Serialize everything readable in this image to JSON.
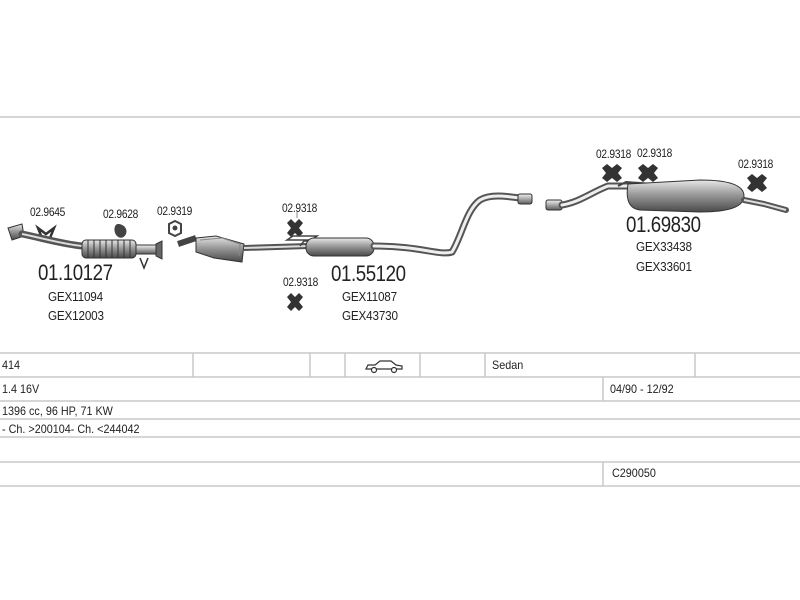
{
  "parts": {
    "clamp_a": "02.9645",
    "gasket_b": "02.9628",
    "gasket_c": "02.9319",
    "hanger_d": "02.9318",
    "hanger_e": "02.9318",
    "hanger_f": "02.9318",
    "hanger_g": "02.9318",
    "hanger_h": "02.9318",
    "front_pipe": {
      "code": "01.10127",
      "ref1": "GEX11094",
      "ref2": "GEX12003"
    },
    "middle_silencer": {
      "code": "01.55120",
      "ref1": "GEX11087",
      "ref2": "GEX43730"
    },
    "rear_silencer": {
      "code": "01.69830",
      "ref1": "GEX33438",
      "ref2": "GEX33601"
    }
  },
  "vehicle": {
    "model": "414",
    "body_type": "Sedan",
    "engine": "1.4 16V",
    "date_range": "04/90 - 12/92",
    "specs": "1396 cc, 96 HP, 71 KW",
    "chassis": "- Ch. >200104- Ch. <244042",
    "catalog_number": "C290050"
  },
  "icons": {
    "body_icon": "sedan-car-icon"
  },
  "colors": {
    "line": "#c8c8c8",
    "ink": "#222222",
    "part_dark": "#3a3a3a",
    "part_light": "#bdbdbd"
  }
}
